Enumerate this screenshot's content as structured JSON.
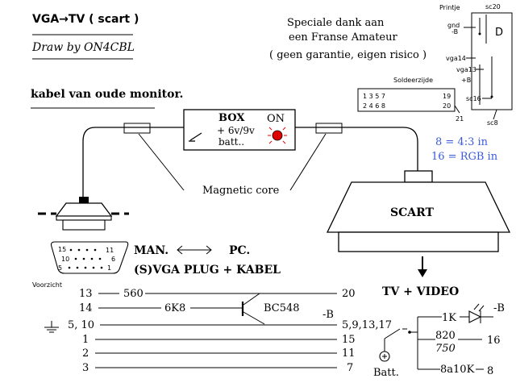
{
  "header": {
    "title": "VGA→TV ( scart )",
    "author": "Draw  by ON4CBL"
  },
  "thanks": {
    "line1": "Speciale dank  aan",
    "line2": "een Franse Amateur",
    "line3": "( geen garantie, eigen risico )"
  },
  "cable_note": "kabel  van oude monitor.",
  "box": {
    "title": "BOX",
    "supply": "+ 6v/9v",
    "batt": "batt..",
    "on_label": "ON"
  },
  "magnetic_core": "Magnetic core",
  "scart": {
    "label": "SCART",
    "note_43": "8 = 4:3 in",
    "note_rgb": "16 = RGB in",
    "output": "TV + VIDEO"
  },
  "vga": {
    "man": "MAN.",
    "pc": "PC.",
    "plug": "(S)VGA  PLUG  +  KABEL",
    "view": "Voorzicht",
    "pins_row1_left": "15",
    "pins_row1_right": "11",
    "pins_row2_left": "10",
    "pins_row2_right": "6",
    "pins_row3_left": "5",
    "pins_row3_right": "1"
  },
  "printje": {
    "title": "Printje",
    "sc20": "sc20",
    "gnd": "gnd",
    "minus_b": "-B",
    "vga14": "vga14",
    "vga13": "vga13",
    "plus_b": "+B",
    "sc16": "sc16",
    "sc8": "sc8",
    "letter_d": "D",
    "solder_side": "Soldeerzijde",
    "row1": "1  3  5  7",
    "row2": "2  4  6  8",
    "r19": "19",
    "r20": "20",
    "r21": "21"
  },
  "wiring": {
    "rows": [
      {
        "vga": "13",
        "component": "560",
        "scart": "20"
      },
      {
        "vga": "14",
        "component": "6K8",
        "scart": ""
      },
      {
        "vga": "5, 10",
        "component": "",
        "scart": "5,9,13,17"
      },
      {
        "vga": "1",
        "component": "",
        "scart": "15"
      },
      {
        "vga": "2",
        "component": "",
        "scart": "11"
      },
      {
        "vga": "3",
        "component": "",
        "scart": "7"
      }
    ],
    "transistor": "BC548",
    "minus_b": "-B",
    "batt": "Batt.",
    "res_1k": "1K",
    "led_minus_b": "-B",
    "res_820": "820",
    "res_750": "750",
    "pin_16": "16",
    "res_8a10k": "8a10K",
    "pin_8": "8"
  }
}
